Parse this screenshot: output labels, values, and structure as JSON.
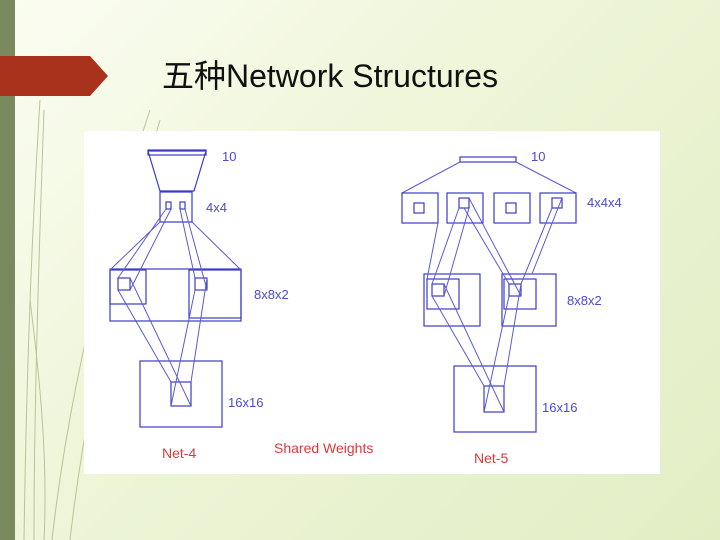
{
  "slide": {
    "title": "五种Network Structures"
  },
  "figure": {
    "net4": {
      "name": "Net-4",
      "output_label": "10",
      "layer1_label": "4x4",
      "layer2_label": "8x8x2",
      "input_label": "16x16"
    },
    "net5": {
      "name": "Net-5",
      "output_label": "10",
      "layer1_label": "4x4x4",
      "layer2_label": "8x8x2",
      "input_label": "16x16"
    },
    "shared_weights_label": "Shared Weights",
    "colors": {
      "line": "#3b3bc7",
      "label": "#4a4ad2",
      "net_name": "#d93a3a",
      "title_tab": "#a8321c"
    }
  }
}
